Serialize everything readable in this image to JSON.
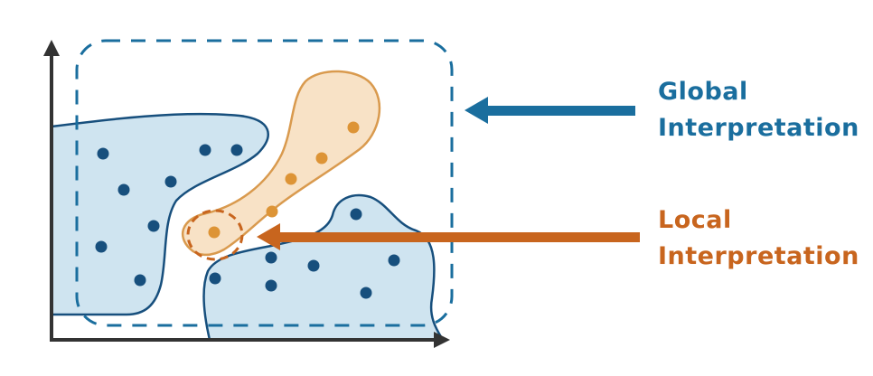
{
  "labels": {
    "global_line1": "Global",
    "global_line2": "Interpretation",
    "local_line1": "Local",
    "local_line2": "Interpretation"
  },
  "colors": {
    "global": "#1a6e9e",
    "local": "#c8651e",
    "blue_fill": "#cfe4f0",
    "blue_stroke": "#174f7d",
    "blue_dot": "#174f7d",
    "orange_fill": "#f8e2c6",
    "orange_stroke": "#d99a4e",
    "orange_dot": "#dd9436",
    "axis": "#333333"
  }
}
